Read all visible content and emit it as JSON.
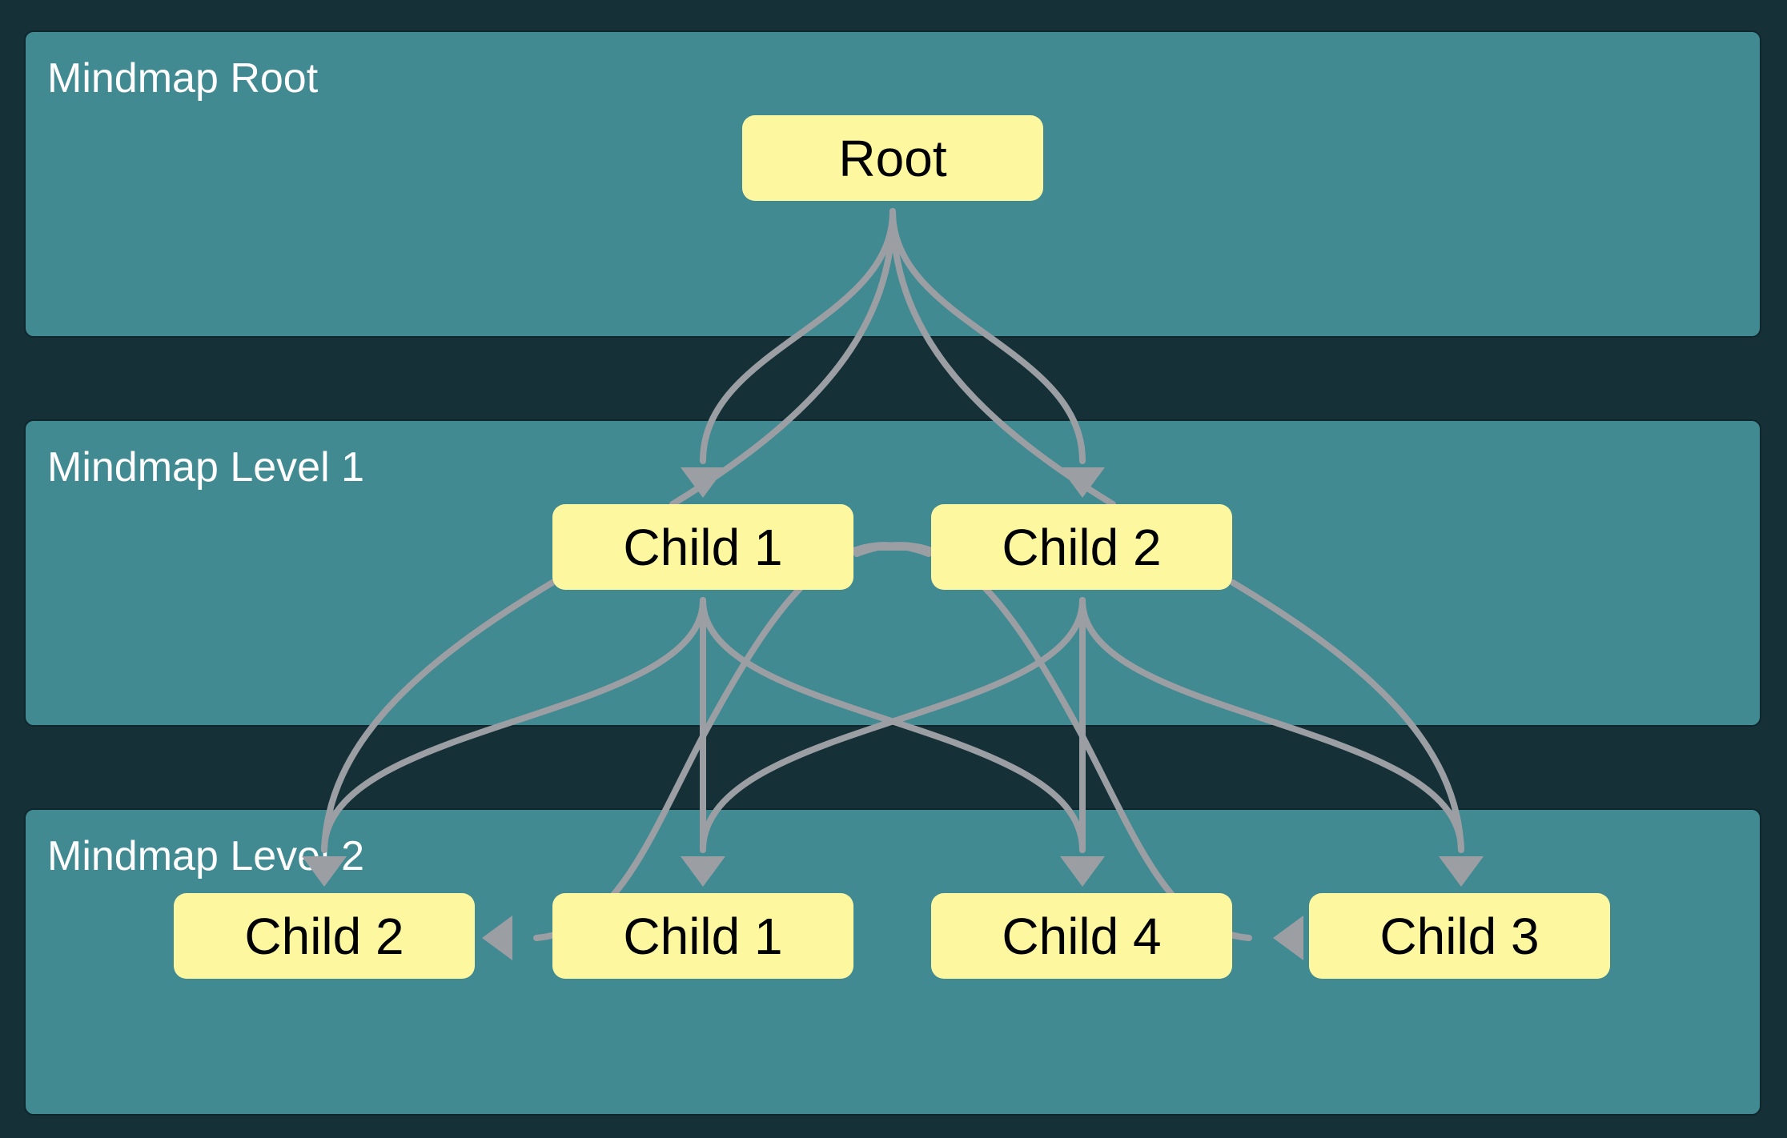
{
  "levels": [
    {
      "id": "root",
      "label": "Mindmap Root"
    },
    {
      "id": "level1",
      "label": "Mindmap Level 1"
    },
    {
      "id": "level2",
      "label": "Mindmap Level 2"
    }
  ],
  "nodes": [
    {
      "id": "root",
      "label": "Root",
      "level": "root"
    },
    {
      "id": "l1-child1",
      "label": "Child 1",
      "level": "level1"
    },
    {
      "id": "l1-child2",
      "label": "Child 2",
      "level": "level1"
    },
    {
      "id": "l2-child2",
      "label": "Child 2",
      "level": "level2"
    },
    {
      "id": "l2-child1",
      "label": "Child 1",
      "level": "level2"
    },
    {
      "id": "l2-child4",
      "label": "Child 4",
      "level": "level2"
    },
    {
      "id": "l2-child3",
      "label": "Child 3",
      "level": "level2"
    }
  ],
  "edges": [
    {
      "from": "root",
      "to": "l1-child1"
    },
    {
      "from": "root",
      "to": "l1-child2"
    },
    {
      "from": "l1-child1",
      "to": "l2-child2"
    },
    {
      "from": "l1-child1",
      "to": "l2-child1"
    },
    {
      "from": "l1-child1",
      "to": "l2-child4"
    },
    {
      "from": "l1-child1",
      "to": "l2-child3"
    },
    {
      "from": "l1-child2",
      "to": "l2-child2"
    },
    {
      "from": "l1-child2",
      "to": "l2-child1"
    },
    {
      "from": "l1-child2",
      "to": "l2-child4"
    },
    {
      "from": "l1-child2",
      "to": "l2-child3"
    }
  ],
  "colors": {
    "background": "#153037",
    "band": "#418a92",
    "node": "#fdf8a0",
    "edge": "#9b9ea3",
    "band_text": "#ffffff",
    "node_text": "#000000"
  }
}
